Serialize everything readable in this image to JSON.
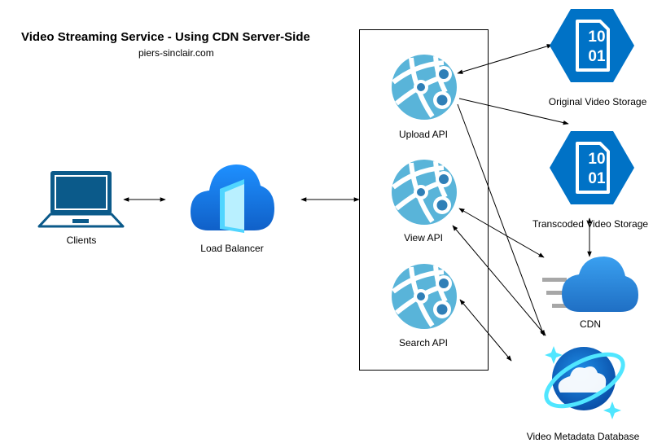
{
  "diagram": {
    "title": "Video Streaming Service - Using CDN Server-Side",
    "subtitle": "piers-sinclair.com",
    "nodes": {
      "clients": "Clients",
      "load_balancer": "Load Balancer",
      "upload_api": "Upload API",
      "view_api": "View API",
      "search_api": "Search API",
      "original_storage": "Original Video Storage",
      "transcoded_storage": "Transcoded Video Storage",
      "cdn": "CDN",
      "metadata_db": "Video Metadata Database"
    },
    "storage_icon_text": {
      "line1": "10",
      "line2": "01"
    },
    "icons": [
      "laptop-icon",
      "load-balancer-icon",
      "app-service-icon",
      "storage-hexagon-icon",
      "cdn-cloud-icon",
      "cosmos-db-icon"
    ],
    "colors": {
      "azure_blue": "#0072c6",
      "app_service_blue": "#59b4d9",
      "laptop_blue": "#0b5a8a",
      "cdn_blue": "#2f8fe0",
      "cosmos_cyan": "#50e6ff"
    }
  }
}
